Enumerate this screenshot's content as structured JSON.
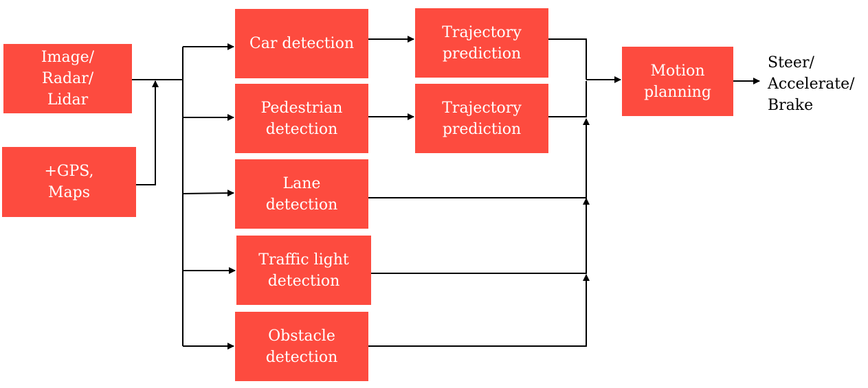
{
  "diagram": {
    "nodes": {
      "sensors": "Image/\nRadar/\nLidar",
      "gps_maps": "+GPS,\nMaps",
      "car_detection": "Car detection",
      "pedestrian_detection": "Pedestrian\ndetection",
      "lane_detection": "Lane\ndetection",
      "traffic_light_detection": "Traffic light\ndetection",
      "obstacle_detection": "Obstacle\ndetection",
      "trajectory_prediction_car": "Trajectory\nprediction",
      "trajectory_prediction_pedestrian": "Trajectory\nprediction",
      "motion_planning": "Motion\nplanning"
    },
    "output": "Steer/\nAccelerate/\nBrake",
    "colors": {
      "box": "#fd4b3f",
      "box_text": "#ffffff",
      "line": "#000000"
    }
  }
}
